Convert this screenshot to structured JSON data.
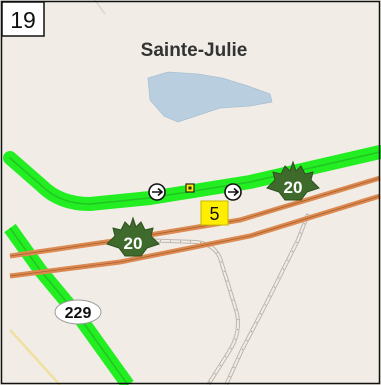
{
  "map": {
    "panel_number": "19",
    "place_name": "Sainte-Julie",
    "highway_shields": [
      {
        "name": "autoroute-20-shield-east",
        "route": "20"
      },
      {
        "name": "autoroute-20-shield-west",
        "route": "20"
      }
    ],
    "route_229": "229",
    "site_marker": "5",
    "colors": {
      "land": "#f1ede6",
      "water": "#b9cfe0",
      "green_route": "#22ee22",
      "highway": "#dc8a52",
      "shield_green": "#3e6a2c",
      "marker_yellow": "#ffee00",
      "railway": "#bdb6ae"
    },
    "icons": [
      "direction-arrow-icon",
      "direction-arrow-icon",
      "small-square-marker-icon"
    ]
  }
}
